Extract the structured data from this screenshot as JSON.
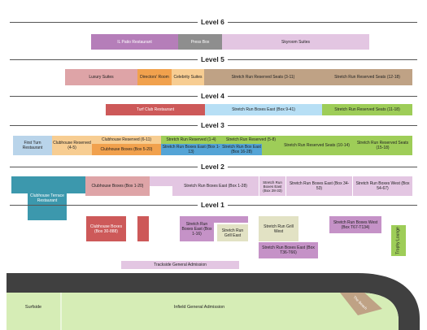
{
  "levels": {
    "level6": "Level 6",
    "level5": "Level 5",
    "level4": "Level 4",
    "level3": "Level 3",
    "level2": "Level 2",
    "level1": "Level 1"
  },
  "colors": {
    "purple": "#b57eb9",
    "gray": "#8e8e8e",
    "light_purple": "#e3c6e2",
    "pink": "#dea4a7",
    "orange": "#f1a14d",
    "peach": "#f7cd92",
    "brown": "#bfa285",
    "red": "#cd5959",
    "light_blue": "#b7dff5",
    "green": "#9ecd58",
    "pale_blue": "#b9d4ea",
    "blue": "#54a4d6",
    "teal": "#3c98ad",
    "mauve": "#d7b3d8",
    "mid_purple": "#c592c7",
    "olive_light": "#e2e2c4",
    "track": "#404040",
    "infield": "#d6edb6"
  },
  "level6": {
    "il_patio": "IL Patio Restaurant",
    "press_box": "Press Box",
    "skyroom": "Skyroom Suites"
  },
  "level5": {
    "luxury": "Luxury Suites",
    "directors": "Directors' Room",
    "celebrity": "Celebrity Suites",
    "stretch_3_11": "Stretch Run Reserved Seats (3-11)",
    "stretch_12_18": "Stretch Run Reserved Seats (12-18)"
  },
  "level4": {
    "turf_club": "Turf Club Restaurant",
    "boxes_east": "Stretch Run Boxes East (Box 9-41)",
    "reserved_11_18": "Stretch Run Reserved Seats (11-18)"
  },
  "level3": {
    "first_turn": "First Turn Restaurant",
    "clubhouse_reserved_4_5": "Clubhouse Reserved (4-5)",
    "clubhouse_reserved_6_11": "Clubhouse Reserved (6-11)",
    "clubhouse_boxes_5_20": "Clubhouse Boxes (Box 5-20)",
    "stretch_reserved_1_4": "Stretch Run Reserved (1-4)",
    "stretch_boxes_east_1_13": "Stretch Run Boxes East (Box 1-13)",
    "stretch_reserved_5_8": "Stretch Run Reserved (5-8)",
    "stretch_box_east_16_28": "Stretch Run Box East (Box 16-28)",
    "stretch_reserved_10_14": "Stretch Run Reserved Seats (10-14)",
    "stretch_reserved_15_18": "Stretch Run Reserved Seats (15-18)"
  },
  "level2": {
    "terrace": "Clubhouse Terrace Restaurant",
    "clubhouse_boxes_1_20": "Clubhouse Boxes (Box 1-20)",
    "boxes_east_1_28": "Stretch Run Boxes East (Box 1-28)",
    "boxes_east_28_33": "Stretch Run Boxes East (Box 28-33)",
    "boxes_east_34_53": "Stretch Run Boxes East (Box 34-53)",
    "boxes_west_54_67": "Stretch Run Boxes West (Box 54-67)"
  },
  "level1": {
    "clubhouse_boxes_30_888": "Clubhouse Boxes (Box 30-888)",
    "boxes_east_1_16": "Stretch Run Boxes East (Box 1-16)",
    "grill_east": "Stretch Run Grill East",
    "grill_west": "Stretch Run Grill West",
    "boxes_east_t36_t66": "Stretch Run Boxes East (Box T36-T66)",
    "boxes_west_t67_t134": "Stretch Run Boxes West (Box T67-T134)",
    "trophy_lounge": "Trophy Lounge",
    "trackside": "Trackside General Admission"
  },
  "ground": {
    "surfside": "Surfside",
    "infield": "Infield General Admission",
    "the_beach": "The Beach"
  }
}
